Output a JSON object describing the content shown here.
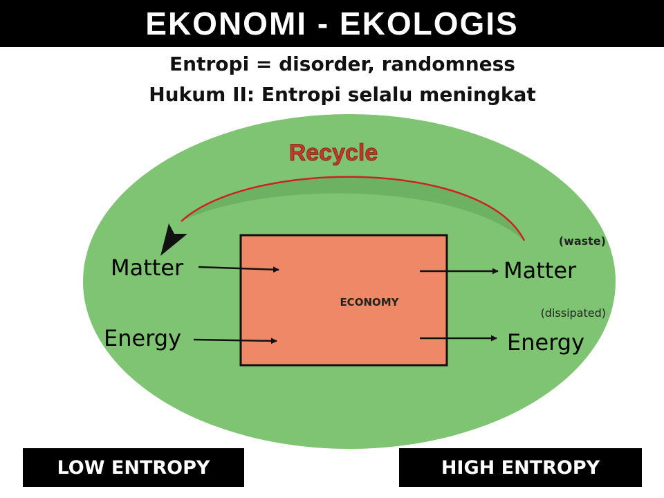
{
  "header": {
    "title": "EKONOMI - EKOLOGIS",
    "subtitle_1": "Entropi = disorder, randomness",
    "subtitle_2": "Hukum II:  Entropi selalu meningkat"
  },
  "diagram": {
    "recycle_label": "Recycle",
    "economy_label": "ECONOMY",
    "input_matter": "Matter",
    "input_energy": "Energy",
    "output_matter": "Matter",
    "output_energy": "Energy",
    "waste_note": "(waste)",
    "dissipated_note": "(dissipated)",
    "colors": {
      "environment": "#7ec472",
      "economy": "#ee8866",
      "recycle_arrow": "#cc2222",
      "recycle_text": "#c0392b",
      "outline": "#111111"
    }
  },
  "footer": {
    "low": "LOW ENTROPY",
    "high": "HIGH ENTROPY"
  }
}
